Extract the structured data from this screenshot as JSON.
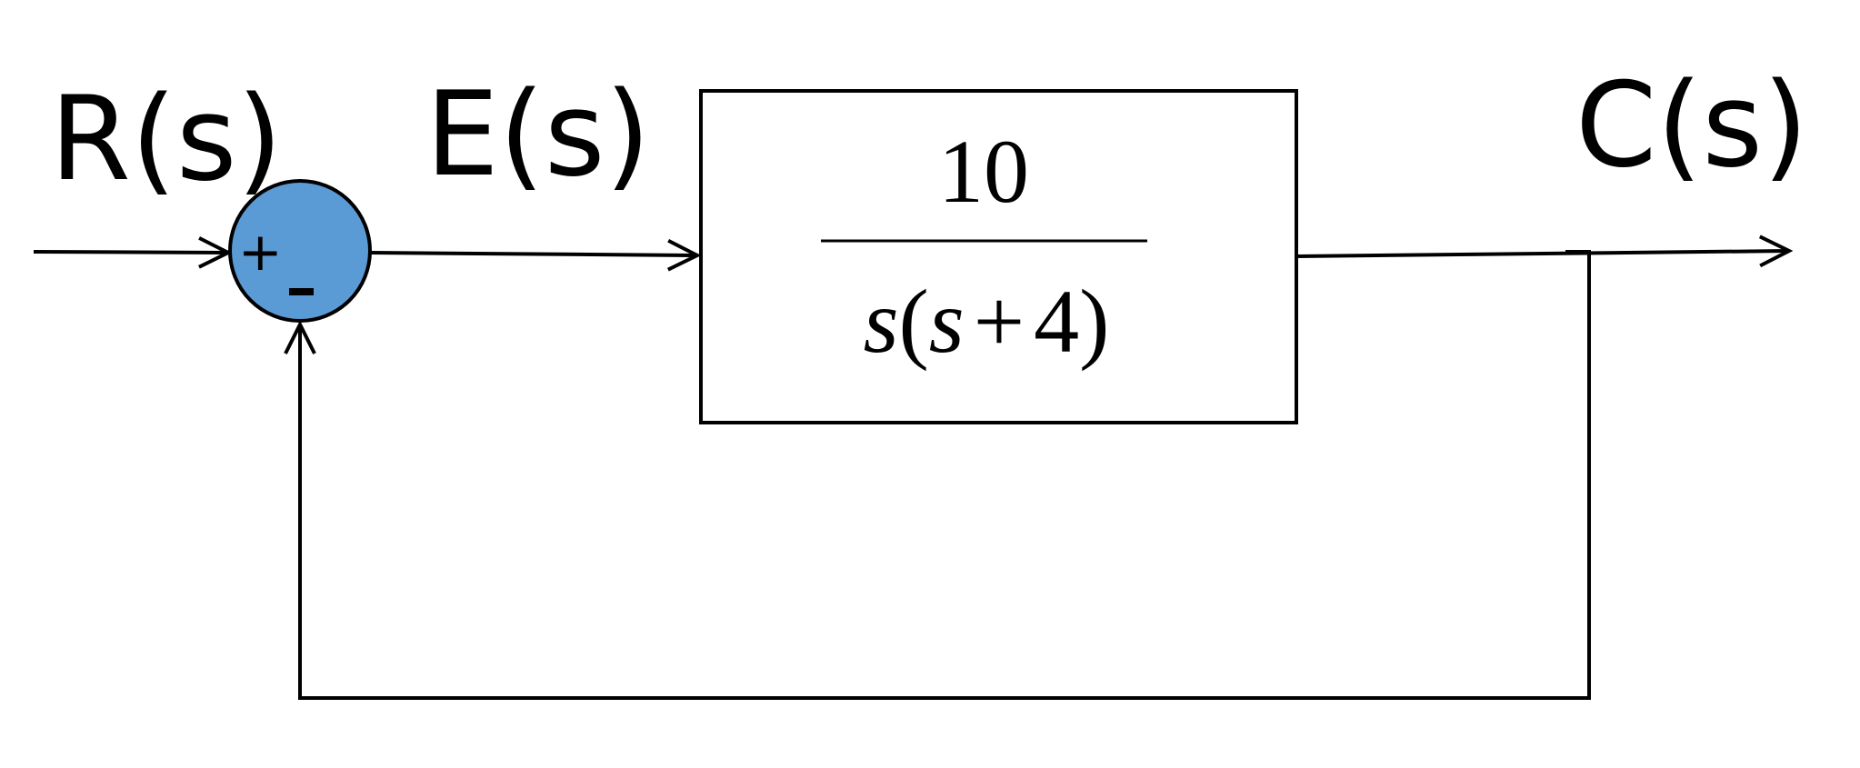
{
  "signals": {
    "input": "R(s)",
    "error": "E(s)",
    "output": "C(s)"
  },
  "summing_junction": {
    "plus_sign": "+",
    "minus_sign": "-",
    "fill_color": "#5b9bd5"
  },
  "plant": {
    "numerator": "10",
    "denominator_s": "s",
    "denominator_open": "(",
    "denominator_s2": "s",
    "denominator_plus": "+",
    "denominator_const": "4",
    "denominator_close": ")"
  }
}
